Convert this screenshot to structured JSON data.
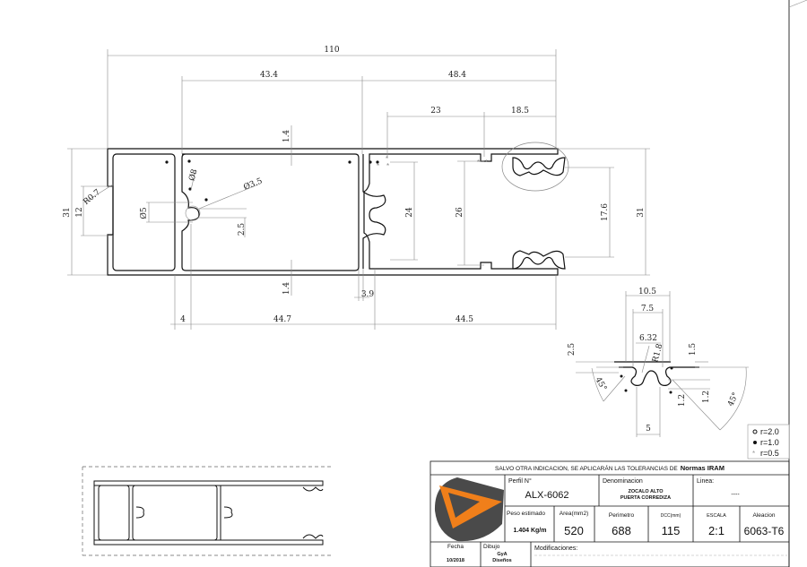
{
  "main_view": {
    "dims": {
      "overall_width": "110",
      "left_width": "43.4",
      "right_width": "48.4",
      "slot_offset": "23",
      "slot_to_edge": "18.5",
      "height_left": "31",
      "notch": "12",
      "notch_radius": "R0.7",
      "boss_dia": "Ø8",
      "hole_dia": "Ø3.5",
      "clip_dia": "Ø5",
      "clip_offset": "2.5",
      "wall_top": "1.4",
      "wall_bottom": "1.4",
      "inner_h1": "24",
      "inner_h2": "26",
      "slot_span": "17.6",
      "height_right": "31",
      "web": "3.9",
      "flange": "4",
      "chamber_w": "44.7",
      "right_w": "44.5"
    }
  },
  "detail_view": {
    "dims": {
      "outer": "10.5",
      "mid": "7.5",
      "inner": "6.32",
      "radius": "R1.8",
      "left_h": "2.5",
      "right_h": "1.5",
      "angle_left": "45°",
      "angle_right": "45°",
      "lip1": "1.2",
      "lip2": "1.2",
      "gap": "5"
    }
  },
  "legend": {
    "items": [
      {
        "symbol": "open-circle",
        "label": "r=2.0"
      },
      {
        "symbol": "filled-dot",
        "label": "r=1.0"
      },
      {
        "symbol": "star",
        "label": "r=0.5"
      }
    ]
  },
  "title_block": {
    "tolerance_note": "SALVO OTRA INDICACION, SE APLICARÁN LAS TOLERANCIAS DE",
    "tolerance_norm": "Normas IRAM",
    "perfil_label": "Perfil N°",
    "perfil_value": "ALX-6062",
    "denominacion_label": "Denominacion",
    "denominacion_line1": "ZOCALO ALTO",
    "denominacion_line2": "PUERTA CORREDIZA",
    "linea_label": "Linea:",
    "linea_value": "----",
    "peso_label": "Peso estimado",
    "peso_value": "1.404 Kg/m",
    "area_label": "Area(mm2)",
    "area_value": "520",
    "perimetro_label": "Perimetro",
    "perimetro_value": "688",
    "dcc_label": "DCC(mm)",
    "dcc_value": "115",
    "escala_label": "ESCALA",
    "escala_value": "2:1",
    "aleacion_label": "Aleacion",
    "aleacion_value": "6063-T6",
    "fecha_label": "Fecha",
    "fecha_value": "10/2018",
    "dibujo_label": "Dibujo",
    "dibujo_line1": "GyA",
    "dibujo_line2": "Diseños",
    "modificaciones_label": "Modificaciones:"
  },
  "colors": {
    "logo_orange": "#f07f1a",
    "logo_gray": "#4a4a4a",
    "line": "#111111",
    "dim_line": "#888888"
  }
}
